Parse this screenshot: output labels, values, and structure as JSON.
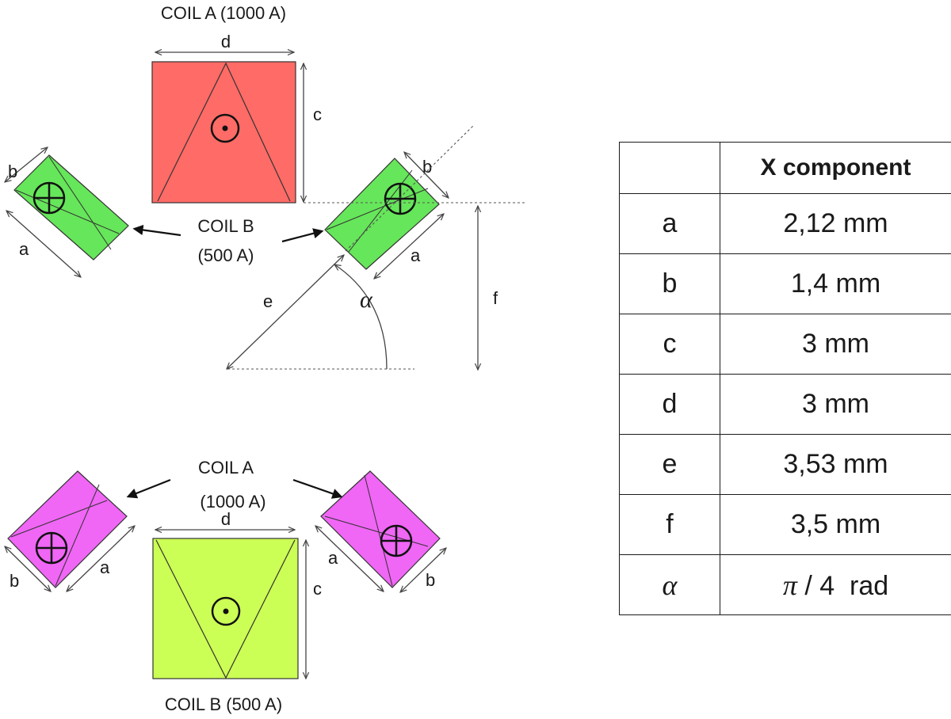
{
  "labels": {
    "top_coil_a": "COIL A (1000 A)",
    "top_coil_b_line1": "COIL B",
    "top_coil_b_line2": "(500 A)",
    "bottom_coil_a_line1": "COIL A",
    "bottom_coil_a_line2": "(1000 A)",
    "bottom_coil_b": "COIL B (500 A)"
  },
  "dims": {
    "a": "a",
    "b": "b",
    "c": "c",
    "d": "d",
    "e": "e",
    "f": "f",
    "alpha": "α"
  },
  "colors": {
    "coil_a_top": "#ff6b66",
    "coil_b_top": "#66e65a",
    "coil_a_bottom": "#f066f5",
    "coil_b_bottom": "#ccff55"
  },
  "table": {
    "header": [
      "",
      "X component"
    ],
    "rows": [
      {
        "symbol": "a",
        "value": "2,12 mm"
      },
      {
        "symbol": "b",
        "value": "1,4 mm"
      },
      {
        "symbol": "c",
        "value": "3 mm"
      },
      {
        "symbol": "d",
        "value": "3 mm"
      },
      {
        "symbol": "e",
        "value": "3,53 mm"
      },
      {
        "symbol": "f",
        "value": "3,5 mm"
      },
      {
        "symbol": "α",
        "value_symbol": "π",
        "value_rest": " / 4  rad"
      }
    ]
  }
}
